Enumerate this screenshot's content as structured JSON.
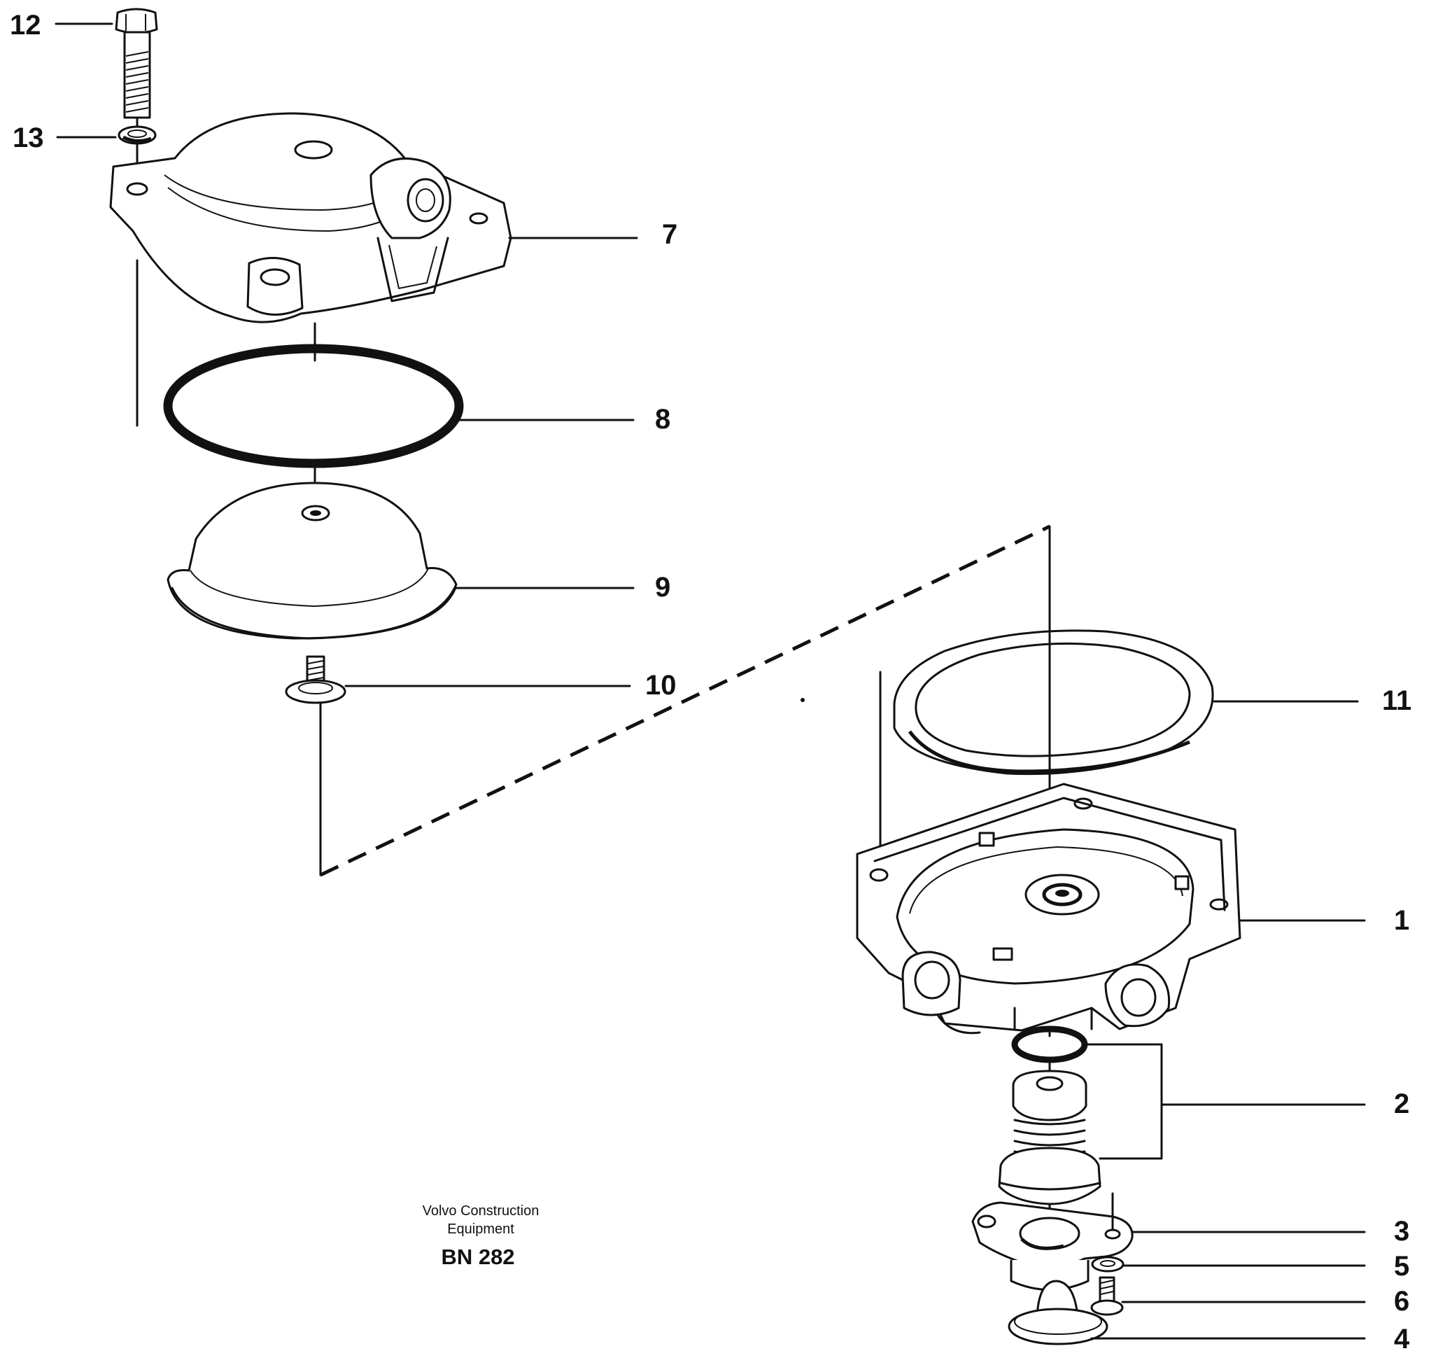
{
  "callouts": {
    "c1": "1",
    "c2": "2",
    "c3": "3",
    "c4": "4",
    "c5": "5",
    "c6": "6",
    "c7": "7",
    "c8": "8",
    "c9": "9",
    "c10": "10",
    "c11": "11",
    "c12": "12",
    "c13": "13"
  },
  "caption": {
    "company_line1": "Volvo Construction",
    "company_line2": "Equipment",
    "code": "BN 282"
  },
  "colors": {
    "ink": "#111111",
    "background": "#ffffff"
  }
}
